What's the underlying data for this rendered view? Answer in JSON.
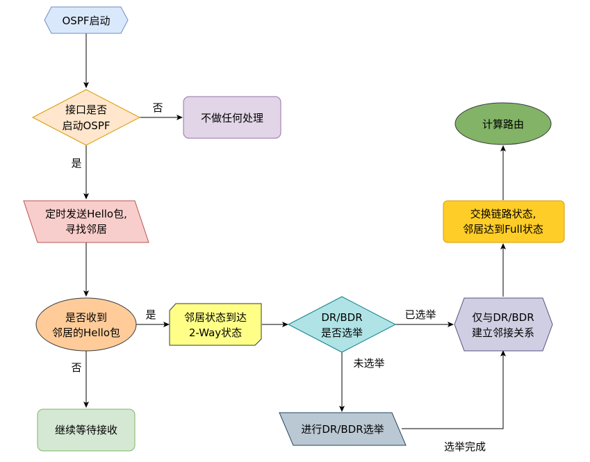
{
  "nodes": {
    "ospf_start": {
      "lines": [
        "OSPF启动"
      ]
    },
    "interface_check": {
      "lines": [
        "接口是否",
        "启动OSPF"
      ]
    },
    "no_action": {
      "lines": [
        "不做任何处理"
      ]
    },
    "send_hello": {
      "lines": [
        "定时发送Hello包,",
        "寻找邻居"
      ]
    },
    "received_hello": {
      "lines": [
        "是否收到",
        "邻居的Hello包"
      ]
    },
    "continue_wait": {
      "lines": [
        "继续等待接收"
      ]
    },
    "two_way": {
      "lines": [
        "邻居状态到达",
        "2-Way状态"
      ]
    },
    "dr_bdr_check": {
      "lines": [
        "DR/BDR",
        "是否选举"
      ]
    },
    "do_election": {
      "lines": [
        "进行DR/BDR选举"
      ]
    },
    "adjacency": {
      "lines": [
        "仅与DR/BDR",
        "建立邻接关系"
      ]
    },
    "exchange_lsdb": {
      "lines": [
        "交换链路状态,",
        "邻居达到Full状态"
      ]
    },
    "compute_route": {
      "lines": [
        "计算路由"
      ]
    }
  },
  "edge_labels": {
    "no_1": "否",
    "yes_1": "是",
    "yes_2": "是",
    "no_2": "否",
    "elected": "已选举",
    "not_elected": "未选举",
    "election_done": "选举完成"
  },
  "colors": {
    "hexagon_fill": "#dae8fc",
    "hexagon_stroke": "#6c8ebf",
    "diamond_orange_fill": "#ffe6cc",
    "diamond_orange_stroke": "#d79b00",
    "purple_fill": "#e1d5e7",
    "purple_stroke": "#9673a6",
    "pink_fill": "#f8cecc",
    "pink_stroke": "#b85450",
    "orange_ellipse_fill": "#ffcc99",
    "orange_ellipse_stroke": "#36393d",
    "green_fill": "#d5e8d4",
    "green_stroke": "#82b366",
    "yellow_fill": "#ffff88",
    "yellow_stroke": "#36393d",
    "teal_fill": "#b0e3e6",
    "teal_stroke": "#0e8088",
    "slate_fill": "#bac8d3",
    "slate_stroke": "#23445d",
    "lavender_fill": "#d0cee2",
    "lavender_stroke": "#56517e",
    "gold_fill": "#ffcd28",
    "gold_stroke": "#d79b00",
    "dark_green_fill": "#82b366",
    "dark_green_stroke": "#36393d"
  }
}
